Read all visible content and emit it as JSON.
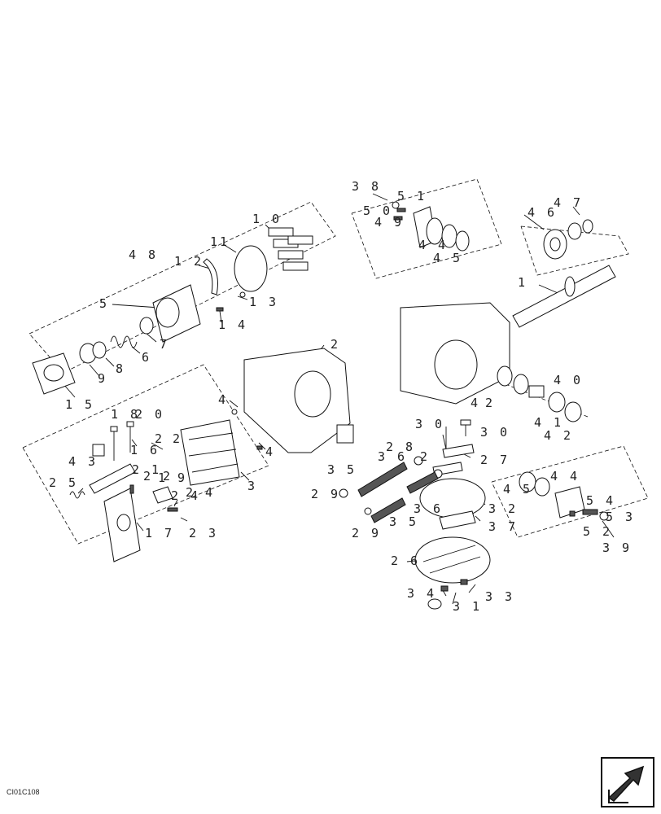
{
  "diagram": {
    "code": "CI01C108",
    "labels": {
      "l1": "1",
      "l2a": "2",
      "l3": "3",
      "l4a": "4",
      "l4b": "4",
      "l5": "5",
      "l6": "6",
      "l7": "7",
      "l8": "8",
      "l9": "9",
      "l10": "1 0",
      "l11": "11",
      "l12": "1 2",
      "l13": "1 3",
      "l14": "1 4",
      "l15": "1 5",
      "l16": "1 6",
      "l17": "1 7",
      "l18": "1 8",
      "l19": "1 9",
      "l20": "2 0",
      "l21": "2 1",
      "l22": "2 2",
      "l23": "2 3",
      "l24a": "2 4",
      "l24b": "2 4",
      "l25": "2 5",
      "l26": "2 6",
      "l27": "2 7",
      "l28": "2 8",
      "l29a": "2 9",
      "l29b": "2 9",
      "l30a": "3 0",
      "l30b": "3 0",
      "l31": "3 1",
      "l32": "3 2",
      "l33": "3 3",
      "l34": "3 4",
      "l35a": "3 5",
      "l35b": "3 5",
      "l36a": "3 6",
      "l36b": "3 6",
      "l37": "3 7",
      "l38": "3 8",
      "l39": "3 9",
      "l40": "4 0",
      "l41": "4 1",
      "l42": "4 2",
      "l43": "4 3",
      "l44a": "4 4",
      "l44b": "4 4",
      "l45a": "4 5",
      "l45b": "4 5",
      "l46": "4 6",
      "l47": "4 7",
      "l48": "4 8",
      "l49": "4 9",
      "l50": "5 0",
      "l51": "5 1",
      "l52": "5 2",
      "l53": "5 3",
      "l54": "5 4",
      "l2b": "2",
      "l2c": "2",
      "l2d": "2"
    }
  },
  "nav": {
    "icon": "next-page-arrow-icon"
  }
}
